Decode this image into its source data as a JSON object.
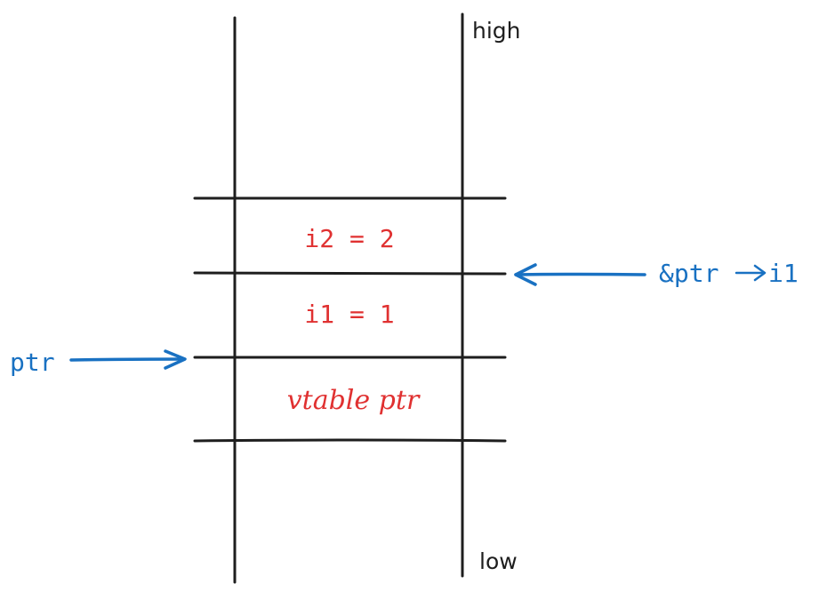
{
  "diagram": {
    "axis_labels": {
      "high": "high",
      "low": "low"
    },
    "cells": [
      {
        "text": "i2 = 2"
      },
      {
        "text": "i1 = 1"
      },
      {
        "text": "vtable ptr"
      }
    ],
    "pointers": {
      "ptr_label": "ptr",
      "member_prefix": "&ptr",
      "member_suffix": "i1"
    },
    "colors": {
      "stroke": "#1e1e1e",
      "cell_text": "#e03131",
      "pointer": "#1971c2"
    }
  }
}
